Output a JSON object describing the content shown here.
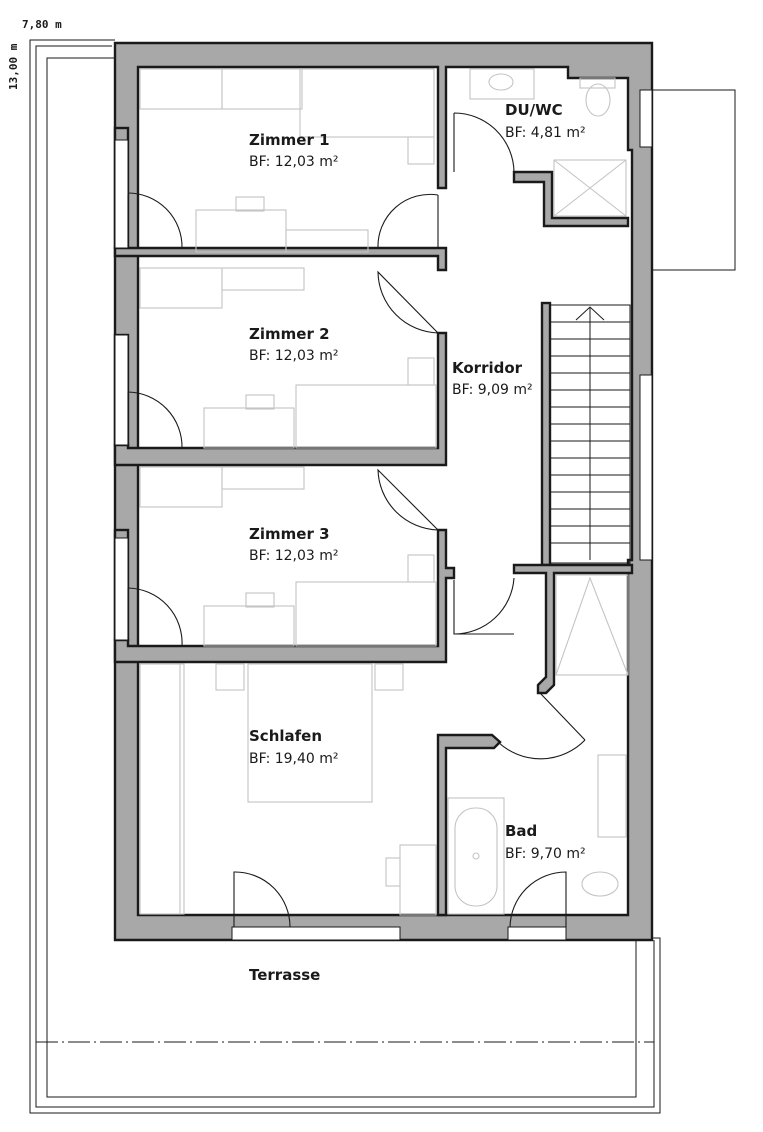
{
  "dimensions": {
    "width_label": "7,80 m",
    "height_label": "13,00 m"
  },
  "rooms": [
    {
      "name": "Zimmer 1",
      "area": "BF: 12,03 m²"
    },
    {
      "name": "Zimmer 2",
      "area": "BF: 12,03 m²"
    },
    {
      "name": "Zimmer 3",
      "area": "BF: 12,03 m²"
    },
    {
      "name": "Schlafen",
      "area": "BF: 19,40 m²"
    },
    {
      "name": "DU/WC",
      "area": "BF: 4,81 m²"
    },
    {
      "name": "Korridor",
      "area": "BF: 9,09 m²"
    },
    {
      "name": "Bad",
      "area": "BF: 9,70 m²"
    }
  ],
  "terrace": {
    "name": "Terrasse"
  },
  "colors": {
    "wall_fill": "#a8a8a8",
    "line": "#1a1a1a",
    "furniture": "#c4c4c4"
  }
}
